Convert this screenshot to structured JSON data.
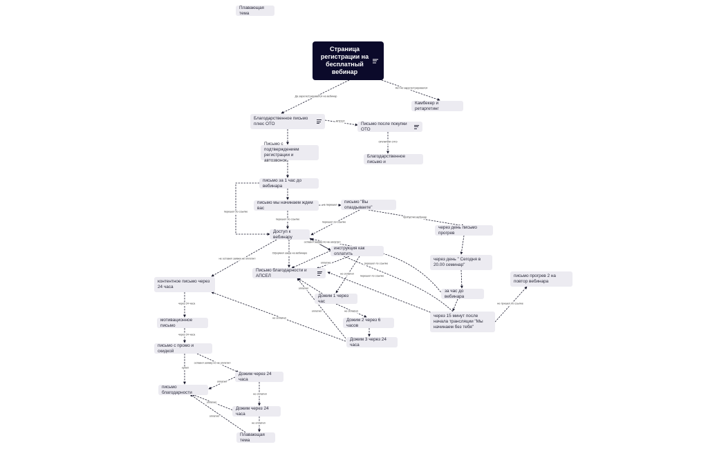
{
  "nodes": {
    "n_float_top": "Плавающая тема",
    "n_root": "Страница регистрации на бесплатный вебинар",
    "n_camback": "Камбекер и ретаргетинг",
    "n_thanks_oto": "Благодарственное письмо плюс ОТО",
    "n_after_oto": "Письмо после покупки ОТО",
    "n_thanks_i": "Благодарственное письмо и",
    "n_confirm": "Письмо с подтверждением регистрации и автозвонок",
    "n_1h": "письмо за 1 час до вебинара",
    "n_start": "письмо мы начинаем ждем вас",
    "n_late": "письмо \"Вы опаздываете\"",
    "n_access": "Доступ к вебинару",
    "n_warmup_day": "через день письмо прогрев",
    "n_howpay": "инструкция как оплатить",
    "n_today20": "через день \" Сегодня в 20.00 семинар\"",
    "n_repeat": "письмо прогрев 2 на повтор вебинара",
    "n_thanks_upsell": "Письмо благодарности и АПСЕЛ",
    "n_content24": "контентное письмо через 24 часа",
    "n_dozhim1": "Дожим 1 через час",
    "n_hour_before": "за час до вебинара",
    "n_15min": "через 15 минут после начала трансляции \"Мы начинаем без тебя\"",
    "n_motiv": "мотивационное письмо",
    "n_dozhim2": "Дожим 2 через 6 часов",
    "n_dozhim3": "Дожим 3 через 24 часа",
    "n_promo": "письмо с промо и скидкой",
    "n_dozhim24a": "Дожим через 24 часа",
    "n_thanks_letter": "письмо благодарности",
    "n_dozhim24b": "Дожим через 24 часа",
    "n_float_bottom": "Плавающая тема"
  },
  "edge_labels": {
    "e_registered": "Да зарегистрировался на вебинар",
    "e_not_registered": "Нет не зарегистрировался",
    "e_upsell": "АПСЕЛ",
    "e_paid_oto": "ОПЛАТИЛ ОТО",
    "e_not_came": "не перешел",
    "e_link1": "перешел по ссылке",
    "e_link2": "перешел по ссылке",
    "e_link_left": "перешел по ссылке",
    "e_missed": "пропустил вебинар",
    "e_left_req": "оставил заявку но не оплатил",
    "e_no_req": "не оставил заявки не оплатил",
    "e_order_web": "Оформил заказ на вебинаре",
    "e_paid1": "оплатил",
    "e_paid2": "оплатил",
    "e_paid3": "оплатил",
    "e_notpaid1": "не оплатил",
    "e_notpaid2": "не оплатил",
    "e_notpaid3": "не оплатил",
    "e_link3": "перешел по ссылке",
    "e_link4": "перешел по ссылке",
    "e_24a": "через 24 часа",
    "e_24b": "через 24 часа",
    "e_bought": "купил",
    "e_left_req2": "оставил заявку но не оплатил",
    "e_paid4": "оплатил",
    "e_notpaid4": "не оплатил",
    "e_paid5": "оплатил",
    "e_notpaid5": "не оплатил",
    "e_paid6": "оплатил",
    "e_nolink": "не пришел по ссылке"
  },
  "colors": {
    "root_bg": "#0b0a2a",
    "node_bg": "#ecebf1",
    "edge": "#1a1a2e"
  },
  "icons": {
    "notes": "notes-lines-icon"
  }
}
